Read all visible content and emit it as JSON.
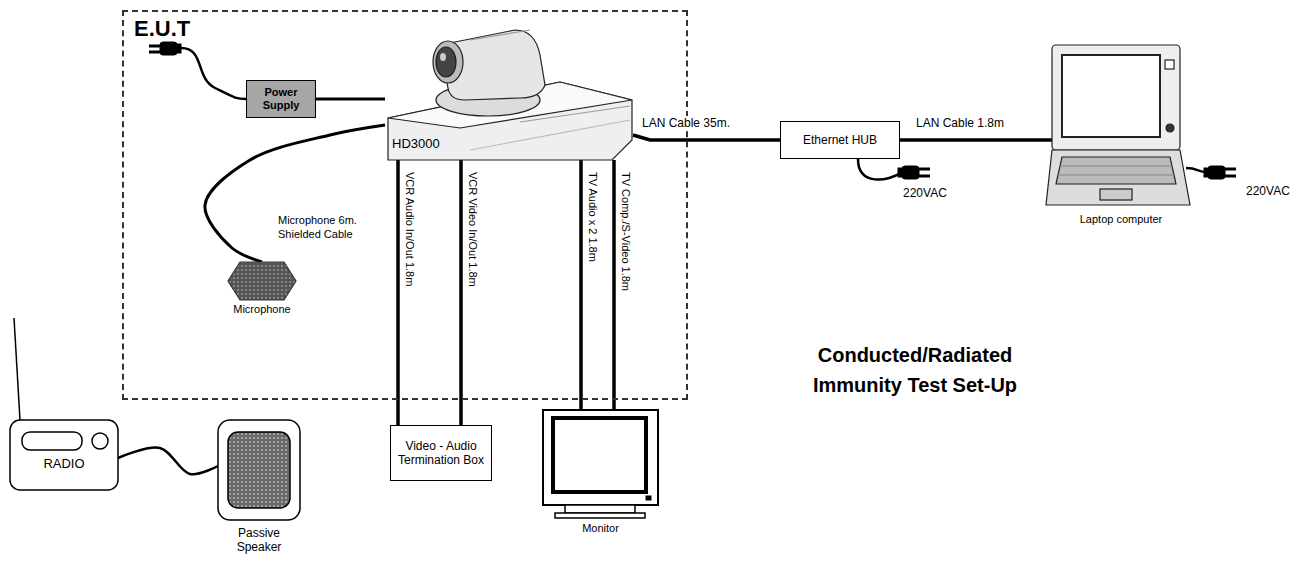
{
  "diagram": {
    "title": "Conducted/Radiated Immunity Test Set-Up",
    "nodes": [
      {
        "text": [
          "E.U.T"
        ]
      },
      {
        "text": [
          "Power Supply"
        ],
        "in": 0
      },
      {
        "text": [
          "HD3000"
        ],
        "in": 0
      },
      {
        "text": [
          "Microphone"
        ],
        "in": 0
      },
      {
        "text": [
          "Video - Audio Termination Box"
        ]
      },
      {
        "text": [
          "Monitor"
        ]
      },
      {
        "text": [
          "Ethernet HUB"
        ]
      },
      {
        "text": [
          "Laptop computer"
        ]
      },
      {
        "text": [
          "RADIO"
        ]
      },
      {
        "text": [
          "Passive Speaker"
        ]
      }
    ],
    "edges": [
      {
        "from": 1,
        "to": 2,
        "arrow": "none"
      },
      {
        "from": 2,
        "to": 3,
        "label": "Microphone 6m. Shielded Cable",
        "arrow": "none"
      },
      {
        "from": 2,
        "to": 4,
        "label": "VCR Audio In/Out 1.8m",
        "arrow": "none"
      },
      {
        "from": 2,
        "to": 4,
        "label": "VCR Video In/Out 1.8m",
        "arrow": "none"
      },
      {
        "from": 2,
        "to": 5,
        "label": "TV Audio x 2 1.8m",
        "arrow": "none"
      },
      {
        "from": 2,
        "to": 5,
        "label": "TV Comp./S-Video 1.8m",
        "arrow": "none"
      },
      {
        "from": 2,
        "to": 6,
        "label": "LAN Cable 35m.",
        "arrow": "none"
      },
      {
        "from": 6,
        "to": 7,
        "label": "LAN Cable 1.8m",
        "arrow": "none"
      },
      {
        "from": 8,
        "to": 9,
        "arrow": "none"
      }
    ],
    "labels": [
      "220VAC",
      "220VAC"
    ]
  }
}
